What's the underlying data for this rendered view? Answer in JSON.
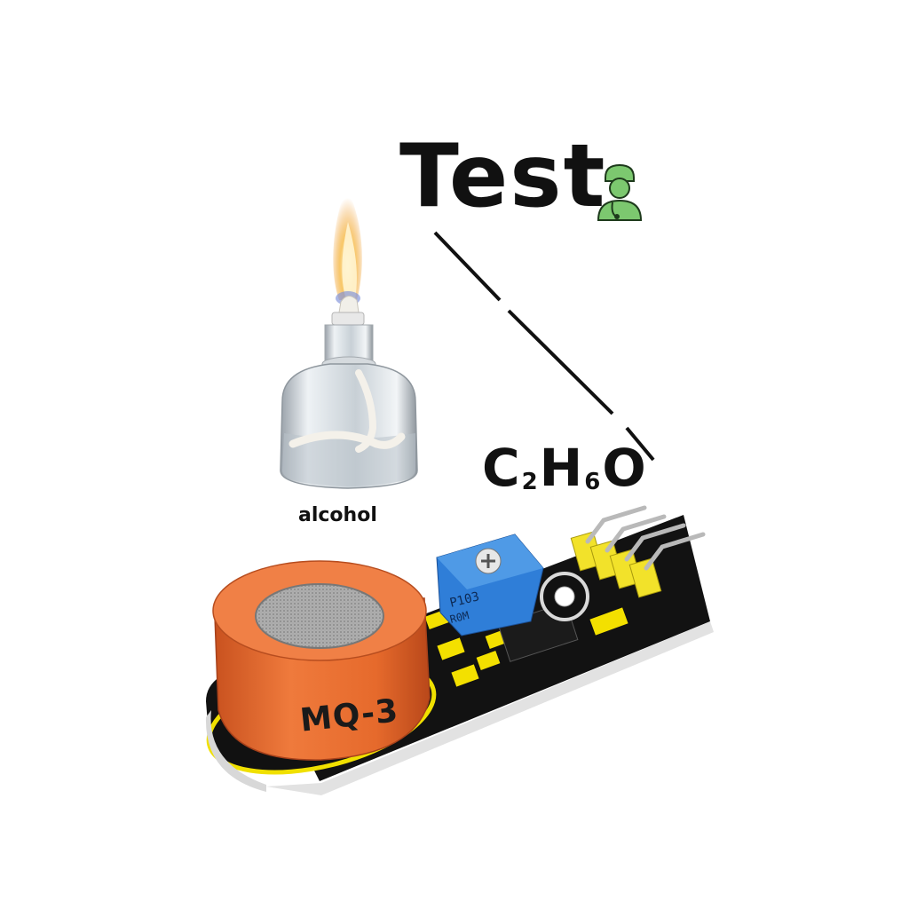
{
  "heading": "Test",
  "lamp_label": "alcohol",
  "formula": {
    "c": "C",
    "c_sub": "2",
    "h": "H",
    "h_sub": "6",
    "o": "O"
  },
  "sensor": {
    "model_label": "MQ-3",
    "pot_code_1": "P103",
    "pot_code_2": "R0M"
  },
  "icons": {
    "doctor": "doctor-icon"
  },
  "colors": {
    "sensor_cap": "#e3682c",
    "pcb": "#111111",
    "silkscreen": "#f5e400",
    "pot": "#2f7ed8",
    "headers": "#f2e22a",
    "doctor_icon": "#7cc86f"
  }
}
